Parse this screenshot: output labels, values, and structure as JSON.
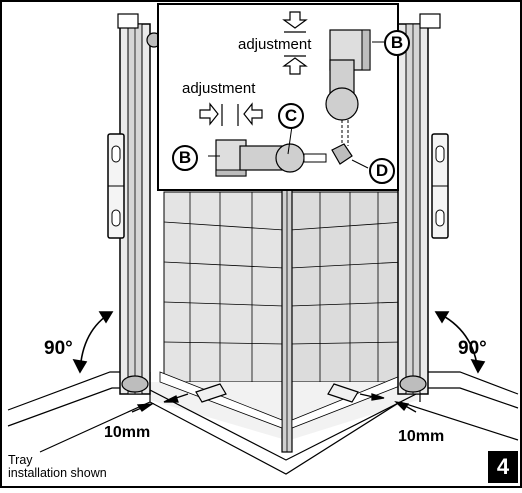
{
  "figure": {
    "inset": {
      "adjustment_top": "adjustment",
      "adjustment_left": "adjustment",
      "callout_b_top": "B",
      "callout_b_left": "B",
      "callout_c": "C",
      "callout_d": "D"
    },
    "angle_left": "90°",
    "angle_right": "90°",
    "gap_left": "10mm",
    "gap_right": "10mm",
    "note_line1": "Tray",
    "note_line2": "installation shown",
    "step_number": "4"
  }
}
